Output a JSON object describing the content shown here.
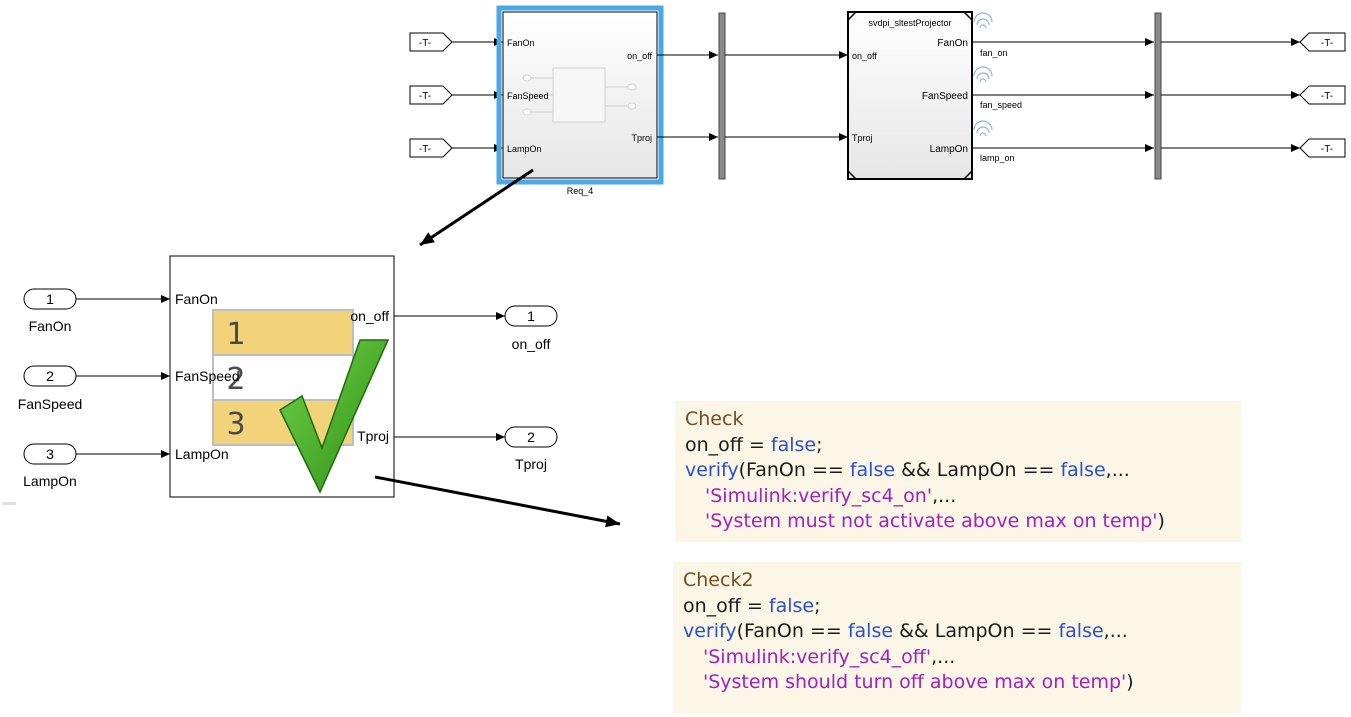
{
  "top_model": {
    "goto_tags": [
      "-T-",
      "-T-",
      "-T-"
    ],
    "from_tags": [
      "-T-",
      "-T-",
      "-T-"
    ],
    "req_block": {
      "name": "Req_4",
      "inputs": [
        "FanOn",
        "FanSpeed",
        "LampOn"
      ],
      "outputs": [
        "on_off",
        "Tproj"
      ]
    },
    "sut_block": {
      "name": "svdpi_sltestProjector",
      "inputs": [
        "on_off",
        "Tproj"
      ],
      "outputs": [
        "FanOn",
        "FanSpeed",
        "LampOn"
      ],
      "signals": [
        "fan_on",
        "fan_speed",
        "lamp_on"
      ]
    }
  },
  "detail_model": {
    "inports": [
      {
        "num": "1",
        "label": "FanOn"
      },
      {
        "num": "2",
        "label": "FanSpeed"
      },
      {
        "num": "3",
        "label": "LampOn"
      }
    ],
    "outports": [
      {
        "num": "1",
        "label": "on_off"
      },
      {
        "num": "2",
        "label": "Tproj"
      }
    ],
    "block_inputs": [
      "FanOn",
      "FanSpeed",
      "LampOn"
    ],
    "block_outputs": [
      "on_off",
      "Tproj"
    ],
    "table_rows": [
      "1",
      "2",
      "3"
    ]
  },
  "checks": [
    {
      "title": "Check",
      "assign_var": "on_off = ",
      "assign_val": "false",
      "verify_fn": "verify",
      "cond_a": "(FanOn == ",
      "cond_b": " && LampOn == ",
      "cond_c": ",...",
      "false_kw": "false",
      "id_str": "'Simulink:verify_sc4_on'",
      "msg_str": "'System must not activate above max on temp'",
      "sep": ",...",
      "end": ")"
    },
    {
      "title": "Check2",
      "assign_var": "on_off = ",
      "assign_val": "false",
      "verify_fn": "verify",
      "cond_a": "(FanOn == ",
      "cond_b": " && LampOn == ",
      "cond_c": ",...",
      "false_kw": "false",
      "id_str": "'Simulink:verify_sc4_off'",
      "msg_str": "'System should turn off above max on temp'",
      "sep": ",...",
      "end": ")"
    }
  ],
  "colors": {
    "selection": "#4aa8e8",
    "check_green": "#3aa51c",
    "row_yellow": "#f2d37a",
    "code_bg": "#fbf6e6"
  }
}
